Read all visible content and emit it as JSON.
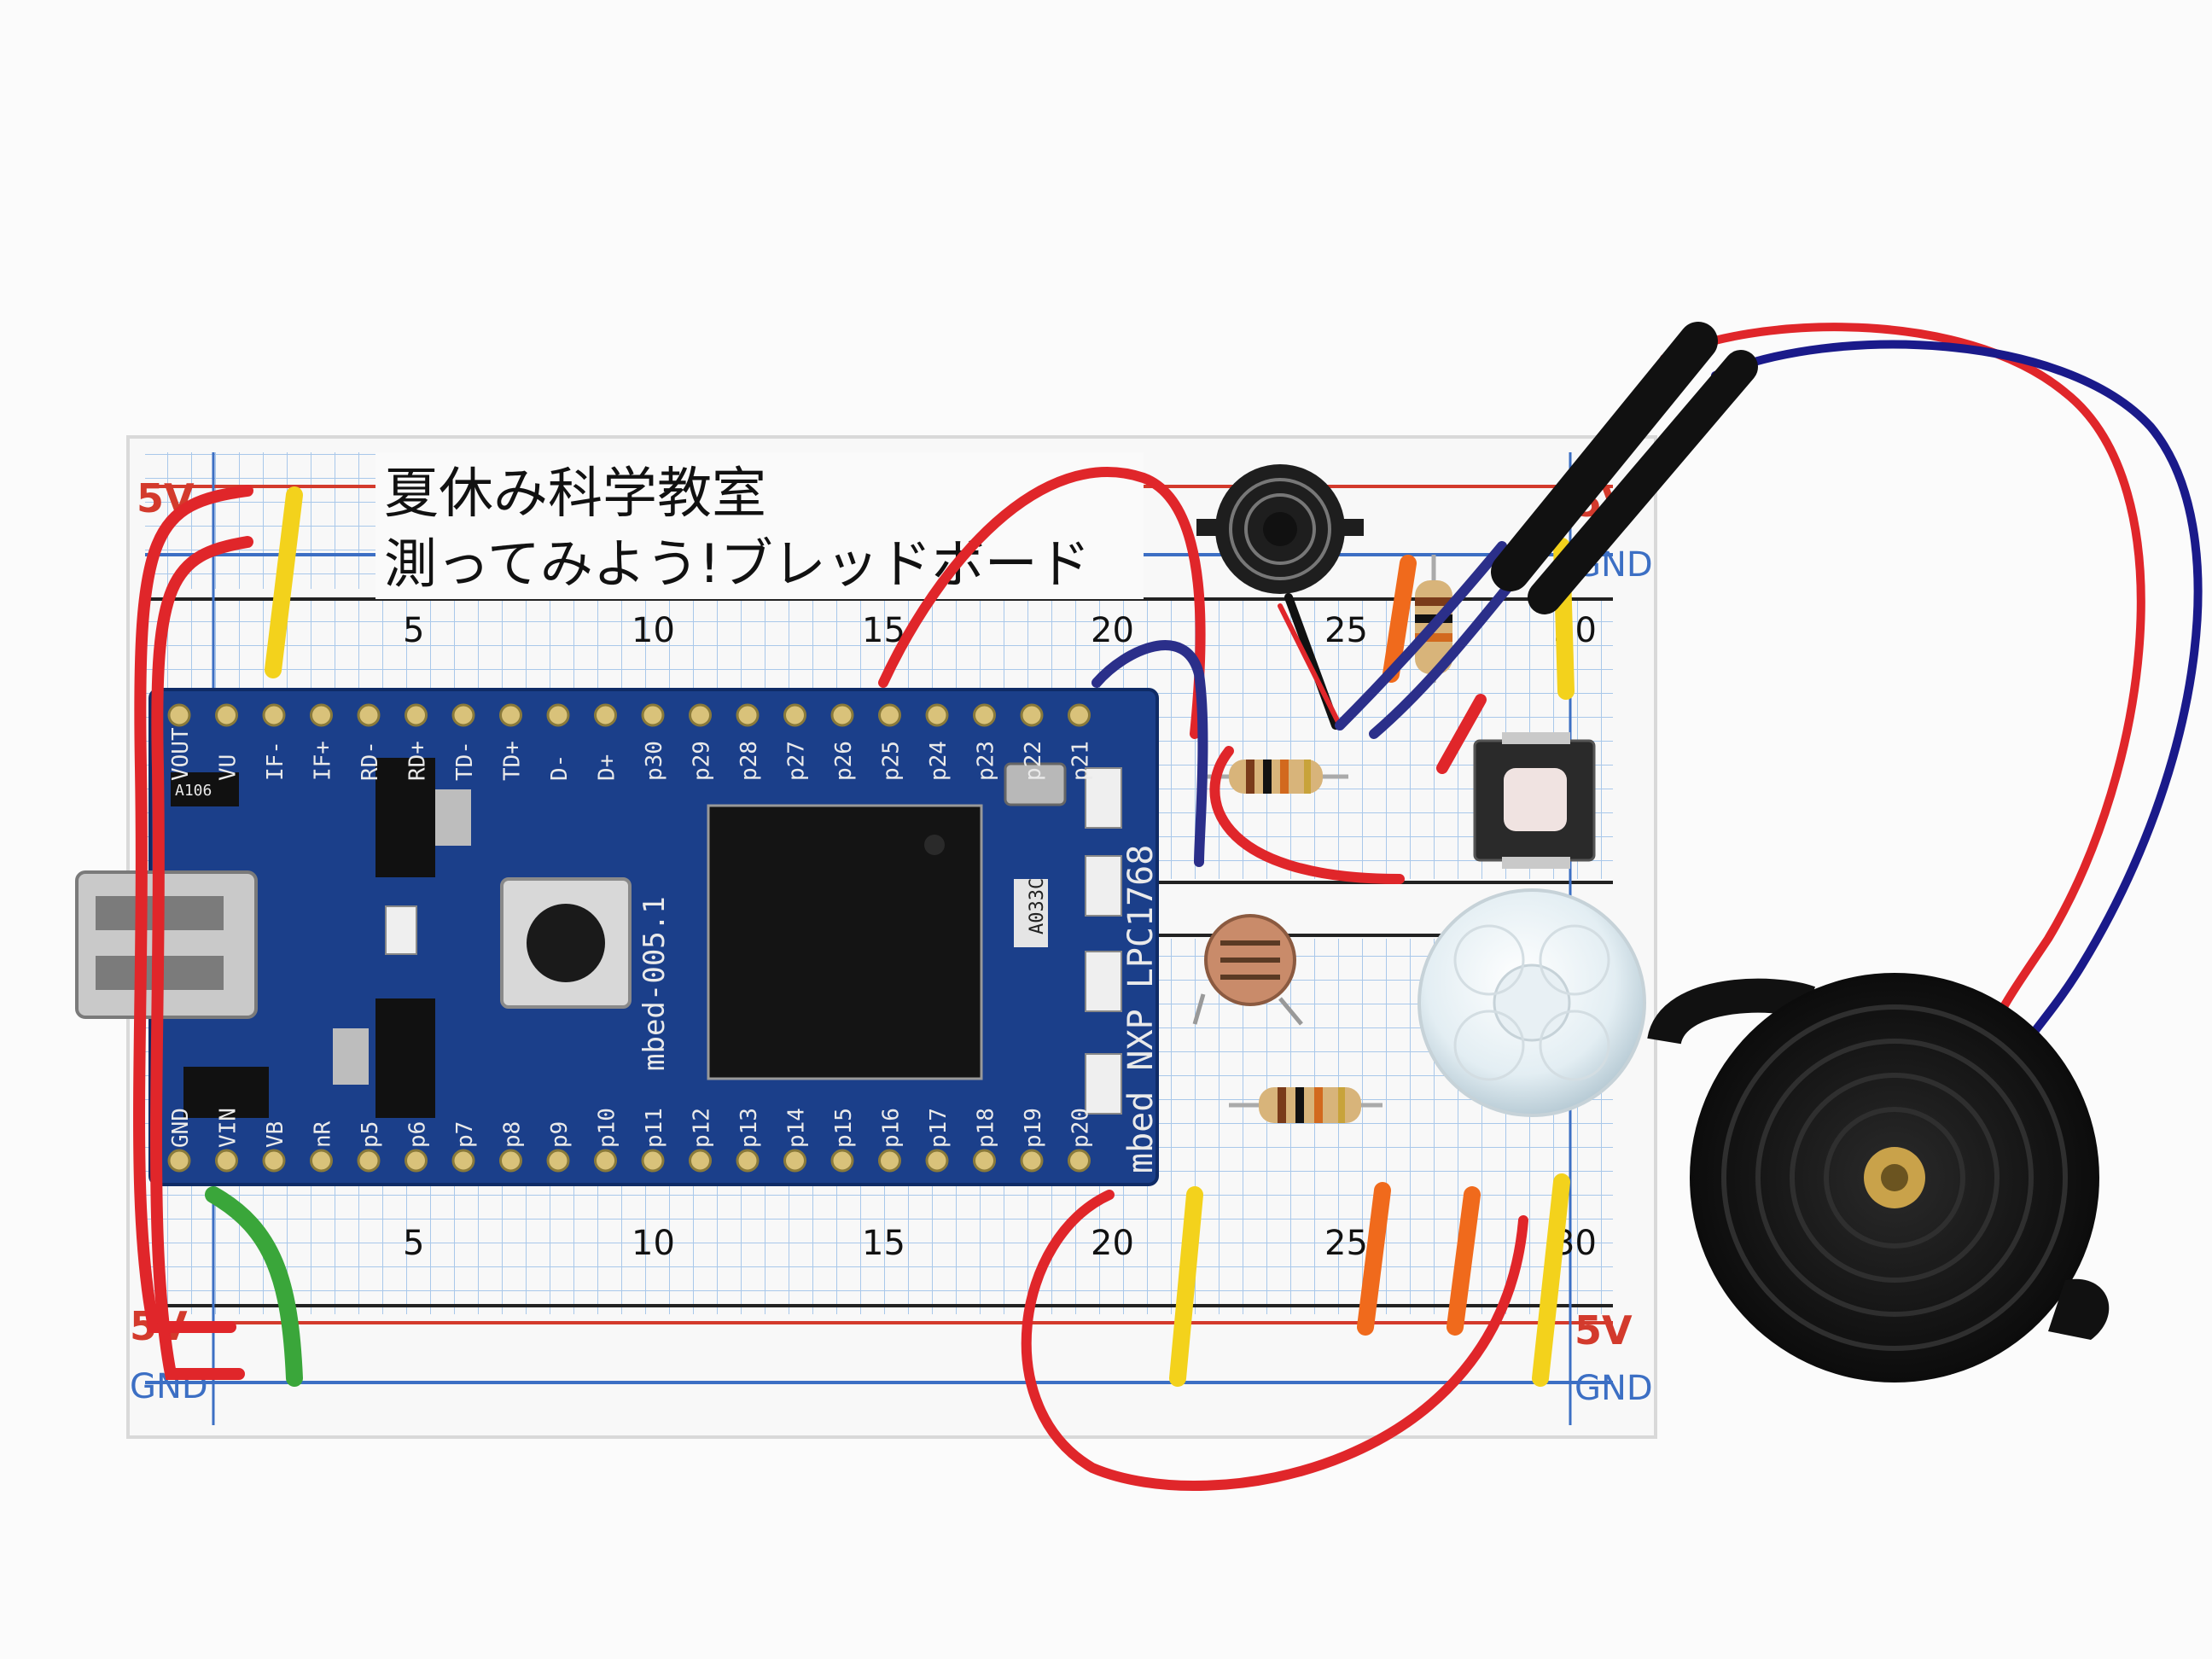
{
  "board_title": {
    "line1": "夏休み科学教室",
    "line2": "測ってみよう!ブレッドボード"
  },
  "rails": {
    "top_left_label": "5V",
    "top_right_5v": "5V",
    "top_right_gnd": "GND",
    "bottom_left_label": "GND",
    "bottom_left_5v": "5V",
    "bottom_right_5v": "5V",
    "bottom_right_gnd": "GND"
  },
  "column_numbers_top": [
    "5",
    "10",
    "15",
    "20",
    "25",
    "30"
  ],
  "column_numbers_bottom": [
    "5",
    "10",
    "15",
    "20",
    "25",
    "30"
  ],
  "mbed": {
    "name_label": "mbed NXP LPC1768",
    "rev_label": "mbed-005.1",
    "chip_label": "A033C",
    "small_label": "A106",
    "top_pins": [
      "VOUT",
      "VU",
      "IF-",
      "IF+",
      "RD-",
      "RD+",
      "TD-",
      "TD+",
      "D-",
      "D+",
      "p30",
      "p29",
      "p28",
      "p27",
      "p26",
      "p25",
      "p24",
      "p23",
      "p22",
      "p21"
    ],
    "bottom_pins": [
      "GND",
      "VIN",
      "VB",
      "nR",
      "p5",
      "p6",
      "p7",
      "p8",
      "p9",
      "p10",
      "p11",
      "p12",
      "p13",
      "p14",
      "p15",
      "p16",
      "p17",
      "p18",
      "p19",
      "p20"
    ]
  },
  "colors": {
    "pcb": "#1b3f8a",
    "board": "#f7f7f7",
    "grid": "#a9c8ea",
    "rail_red": "#d33a2c",
    "rail_blue": "#3c6fc4",
    "wire_red": "#e0262a",
    "wire_yellow": "#f3d21c",
    "wire_green": "#3aa63a",
    "wire_orange": "#f06a1c",
    "wire_navy": "#2b2f8a",
    "buzzer": "#151515"
  }
}
